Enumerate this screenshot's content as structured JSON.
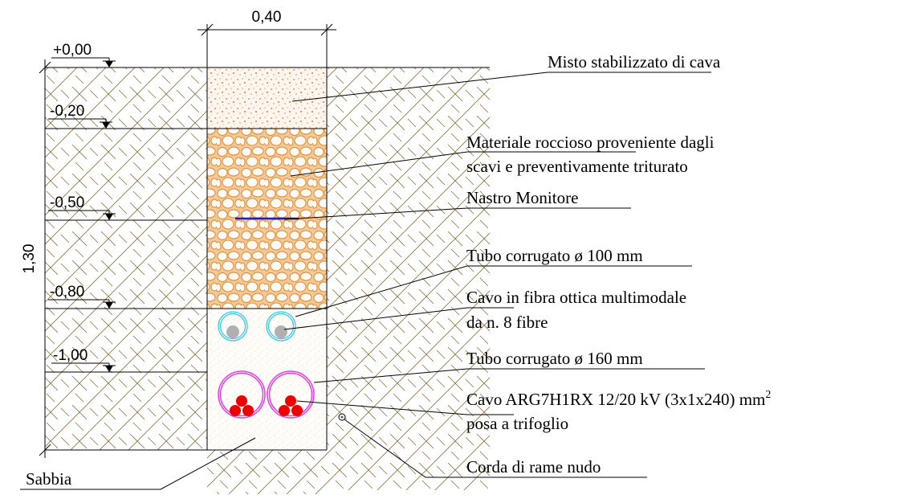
{
  "dimensions": {
    "width": "0,40",
    "depth": "1,30"
  },
  "levels": [
    {
      "label": "+0,00"
    },
    {
      "label": "-0,20"
    },
    {
      "label": "-0,50"
    },
    {
      "label": "-0,80"
    },
    {
      "label": "-1,00"
    }
  ],
  "labels": {
    "misto": "Misto stabilizzato di cava",
    "materiale_line1": "Materiale roccioso proveniente dagli",
    "materiale_line2": "scavi e preventivamente triturato",
    "nastro": "Nastro Monitore",
    "tubo100": "Tubo corrugato ø 100 mm",
    "fibra_line1": "Cavo in fibra ottica multimodale",
    "fibra_line2": "da n. 8 fibre",
    "tubo160": "Tubo corrugato ø 160 mm",
    "cavo_main": "Cavo ARG7H1RX 12/20 kV (3x1x240) mm",
    "cavo_sup": "2",
    "cavo_line2": "posa a trifoglio",
    "corda": "Corda di rame nudo",
    "sabbia": "Sabbia"
  },
  "colors": {
    "soil_hatch": "#8a6d3b",
    "misto_dots": "#e07a1f",
    "rock_fill": "#f3c89a",
    "rock_stroke": "#e08a2a",
    "sand_dots": "#e8b48a",
    "nastro": "#1a1ad8",
    "tube_small": "#35c8e8",
    "tube_large": "#e040e0",
    "fiber_cable": "#b0b0b0",
    "power_cable": "#ee0000"
  }
}
